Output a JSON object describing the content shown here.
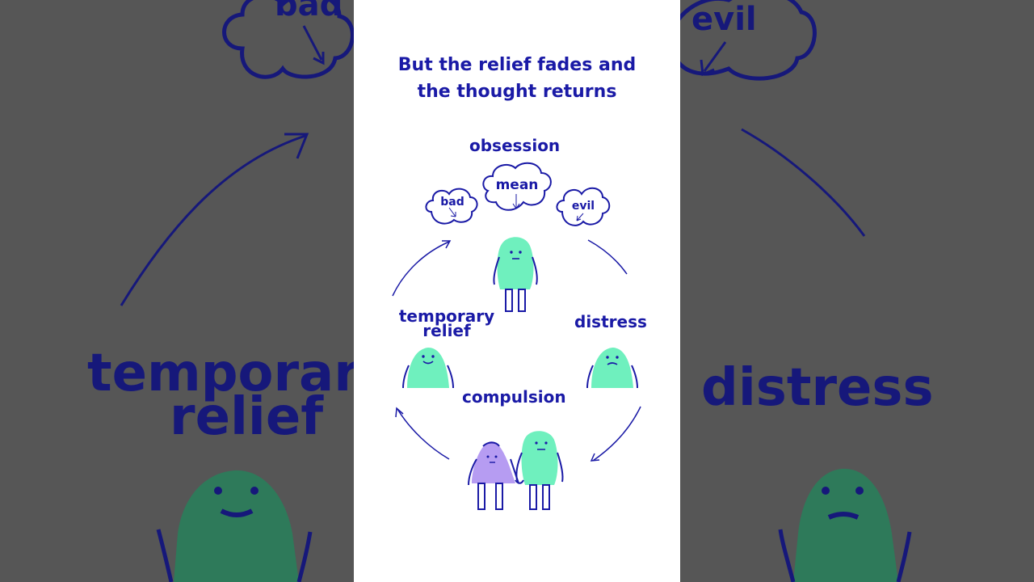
{
  "headline": {
    "line1": "But the relief fades and",
    "line2": "the thought returns"
  },
  "cycle": {
    "stages": {
      "obsession": "obsession",
      "distress": "distress",
      "compulsion": "compulsion",
      "relief_line1": "temporary",
      "relief_line2": "relief"
    },
    "thoughts": [
      "bad",
      "mean",
      "evil"
    ]
  },
  "background": {
    "left_top_word": "bad",
    "right_top_word": "evil",
    "left_line1": "temporary",
    "left_line2": "relief",
    "right_word": "distress"
  },
  "colors": {
    "ink": "#1a1aa6",
    "character_green": "#6ff0be",
    "character_purple": "#b69cf2",
    "backdrop": "#565656"
  }
}
